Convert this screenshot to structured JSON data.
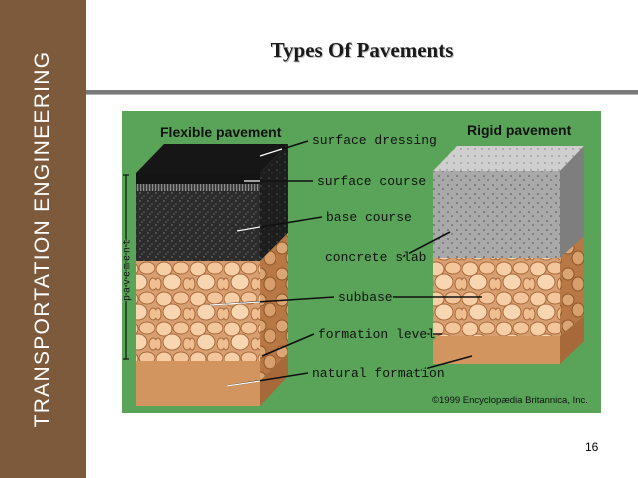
{
  "sidebar": {
    "text": "TRANSPORTATION ENGINEERING"
  },
  "slide": {
    "title": "Types Of Pavements",
    "page_number": "16"
  },
  "figure": {
    "left_heading": "Flexible pavement",
    "right_heading": "Rigid pavement",
    "bracket_label": "pavement",
    "labels": [
      "surface dressing",
      "surface course",
      "base course",
      "concrete slab",
      "subbase",
      "formation level",
      "natural formation"
    ],
    "copyright": "©1999 Encyclopædia Britannica, Inc."
  },
  "colors": {
    "sidebar": "#7d5a3c",
    "figure_background": "#5aa45a",
    "surface_dressing": "#141414",
    "base_course": "#2a2a2a",
    "concrete": "#a6a6a6",
    "subbase": "#f1c294",
    "soil": "#d39560"
  }
}
